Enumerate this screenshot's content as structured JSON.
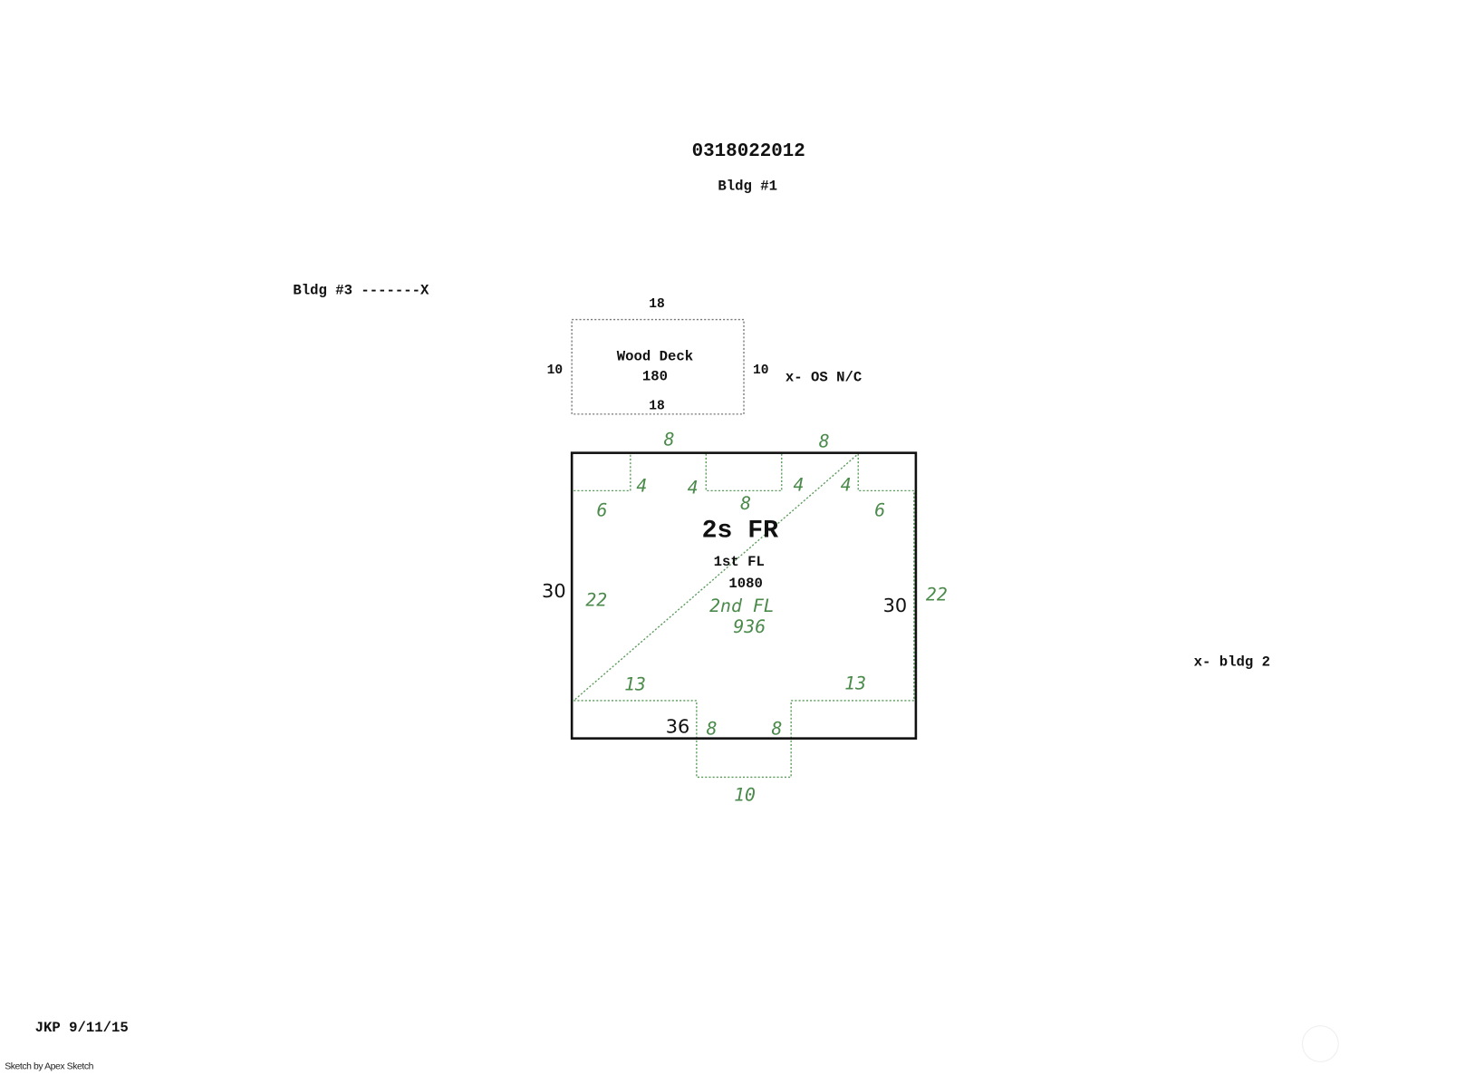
{
  "header": {
    "parcel_id": "0318022012",
    "building": "Bldg #1"
  },
  "notes": {
    "bldg3": "Bldg #3 -------X",
    "os_nc": "x- OS N/C",
    "bldg2": "x- bldg 2",
    "initials_date": "JKP 9/11/15",
    "credit": "Sketch by Apex Sketch"
  },
  "deck": {
    "label": "Wood Deck",
    "area": "180",
    "top": "18",
    "bottom": "18",
    "left": "10",
    "right": "10"
  },
  "house": {
    "label": "2s FR",
    "floor1_label": "1st FL",
    "floor1_area": "1080",
    "floor2_label": "2nd FL",
    "floor2_area": "936",
    "left": "30",
    "right": "30",
    "bottom": "36"
  },
  "second_floor_dims": {
    "top_left": "8",
    "top_right": "8",
    "notch_a": "4",
    "notch_b": "4",
    "notch_c": "4",
    "notch_d": "4",
    "left_step": "6",
    "mid": "8",
    "right_step": "6",
    "left": "22",
    "right": "22",
    "bottom_left": "13",
    "bottom_right": "13",
    "bump_left": "8",
    "bump_right": "8",
    "bump_bottom": "10"
  },
  "colors": {
    "outline": "#111111",
    "second_floor": "#4a8a4a"
  }
}
